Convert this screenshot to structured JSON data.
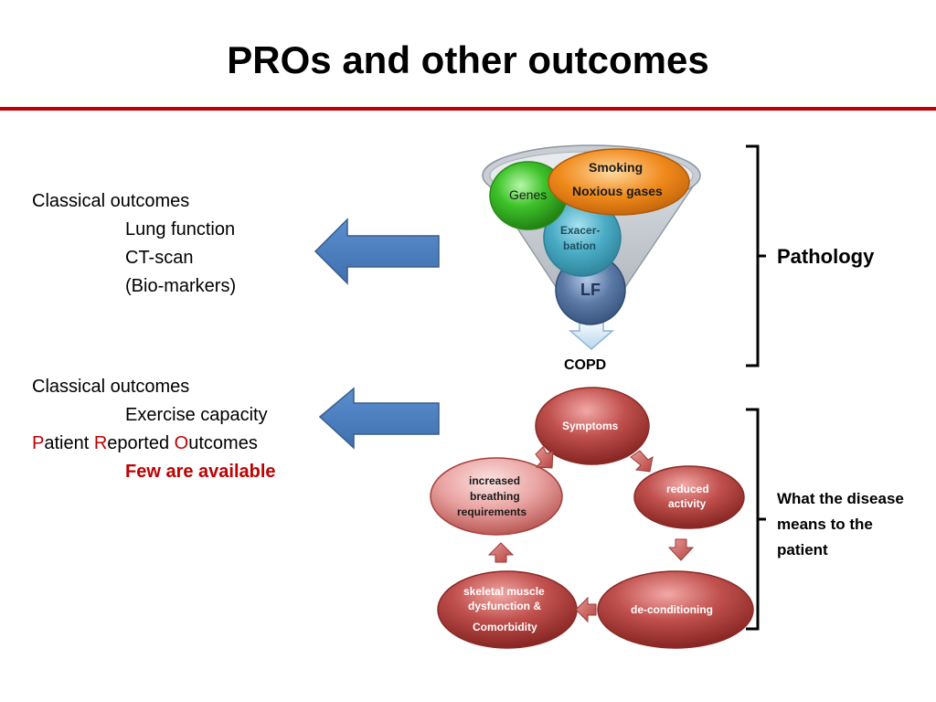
{
  "slide": {
    "title": "PROs and other outcomes"
  },
  "top_block": {
    "heading": "Classical outcomes",
    "items": [
      "Lung function",
      "CT-scan",
      "(Bio-markers)"
    ]
  },
  "bottom_block": {
    "heading": "Classical outcomes",
    "item": "Exercise capacity",
    "pro_letters": [
      "P",
      "R",
      "O"
    ],
    "pro_rest": [
      "atient ",
      "eported ",
      "utcomes"
    ],
    "note": "Few are available"
  },
  "funnel": {
    "labels": {
      "smoking": "Smoking",
      "noxious": "Noxious gases",
      "genes": "Genes",
      "exacerbation_1": "Exacer-",
      "exacerbation_2": "bation",
      "lf": "LF"
    },
    "output": "COPD"
  },
  "cycle": {
    "nodes": {
      "symptoms": "Symptoms",
      "reduced_1": "reduced",
      "reduced_2": "activity",
      "deconditioning": "de-conditioning",
      "skeletal_1": "skeletal muscle",
      "skeletal_2": "dysfunction &",
      "skeletal_3": "Comorbidity",
      "breathing_1": "increased",
      "breathing_2": "breathing",
      "breathing_3": "requirements"
    }
  },
  "brackets": {
    "pathology": "Pathology",
    "meaning": [
      "What the disease",
      "means to the",
      "patient"
    ]
  },
  "colors": {
    "accent_red": "#c00000",
    "arrow_blue": "#4f81bd",
    "genes_green": "#3ec22a",
    "smoking_orange": "#f08a1c",
    "exacerbation_teal": "#4bacc6",
    "lf_blue": "#5b7aa6",
    "cycle_red": "#c0504d"
  }
}
